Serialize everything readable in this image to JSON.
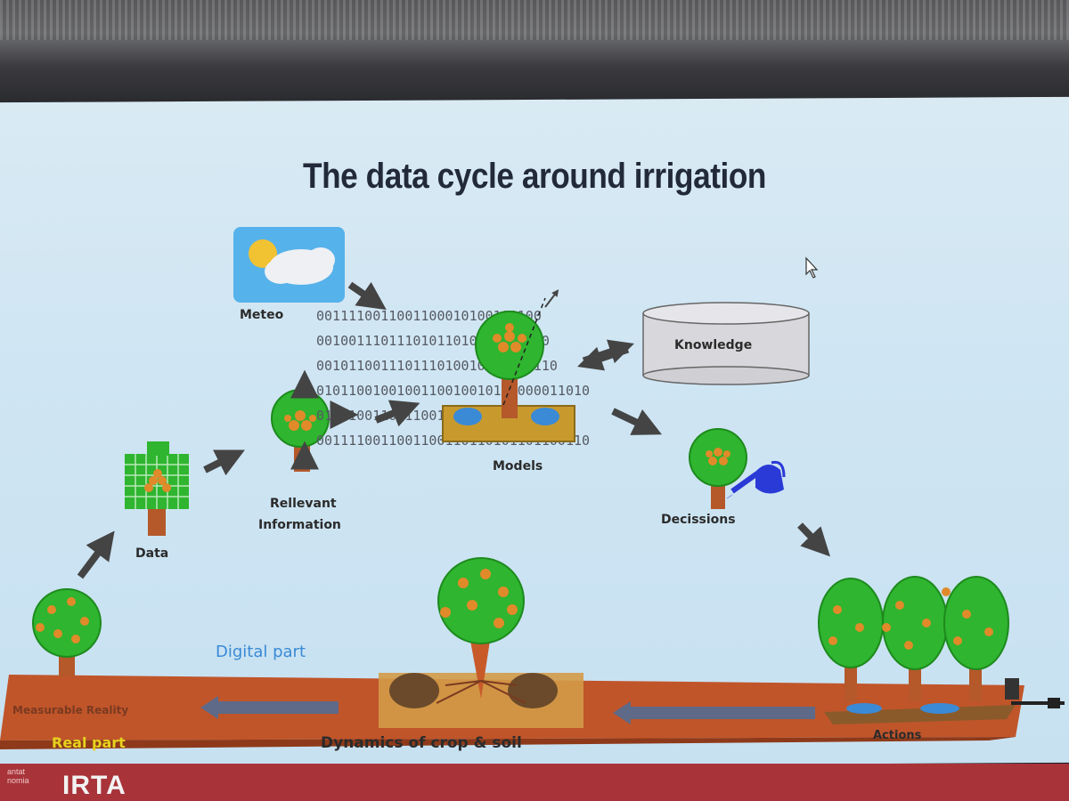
{
  "slide": {
    "title": "The data cycle around irrigation",
    "footer_logo": "IRTA",
    "footer_text": [
      "antat",
      "nomia"
    ]
  },
  "diagram": {
    "nodes": {
      "meteo": "Meteo",
      "knowledge": "Knowledge",
      "models": "Models",
      "relevant_information": [
        "Rellevant",
        "Information"
      ],
      "data": "Data",
      "decisions": "Decissions",
      "actions": "Actions"
    },
    "parts": {
      "digital": "Digital part",
      "real": "Real part",
      "measurable_reality": "Measurable Reality",
      "dynamics": "Dynamics of crop & soil"
    },
    "binary_lines": [
      "0011110011001100010100101100",
      "00100111011101011010101101010",
      "001011001110111010010011010110",
      "0101100100100110010010110000011010",
      "010010011001100110001011010101",
      "0011110011001100110110101101100110"
    ],
    "colors": {
      "title": "#222a3a",
      "digital_label": "#3a8ad6",
      "real_label": "#e6d21e",
      "soil": "#c0552a",
      "tree_canopy": "#2fb52f",
      "fruit": "#e08a2a",
      "arrow": "#444444",
      "footer": "#a8343a"
    },
    "icons": [
      "sun-cloud-icon",
      "tree-icon",
      "pixel-tree-icon",
      "database-icon",
      "watering-can-icon",
      "arrow-icon",
      "cursor-icon"
    ]
  }
}
